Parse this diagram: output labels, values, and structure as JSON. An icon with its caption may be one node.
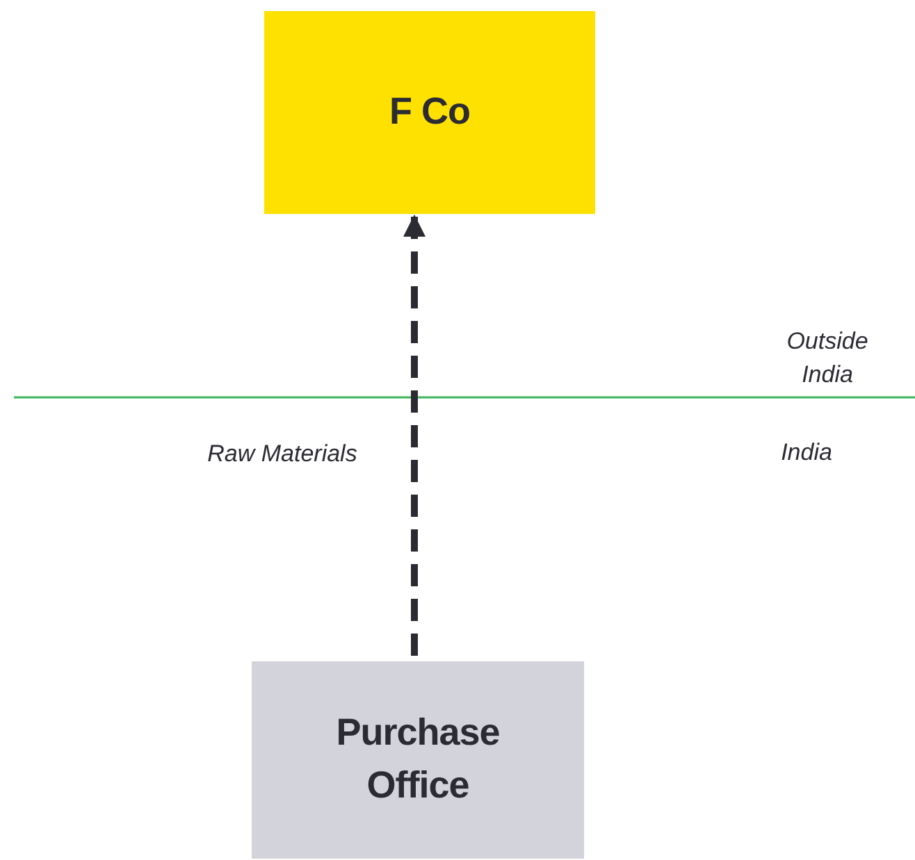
{
  "diagram": {
    "nodes": [
      {
        "text": [
          "F Co"
        ]
      },
      {
        "text": [
          "Purchase Office"
        ]
      }
    ],
    "edges": [
      {
        "from": 1,
        "to": 0,
        "arrow": "to",
        "style": "dashed",
        "label": "Raw Materials"
      }
    ],
    "labels": [
      "Outside India",
      "India"
    ]
  }
}
